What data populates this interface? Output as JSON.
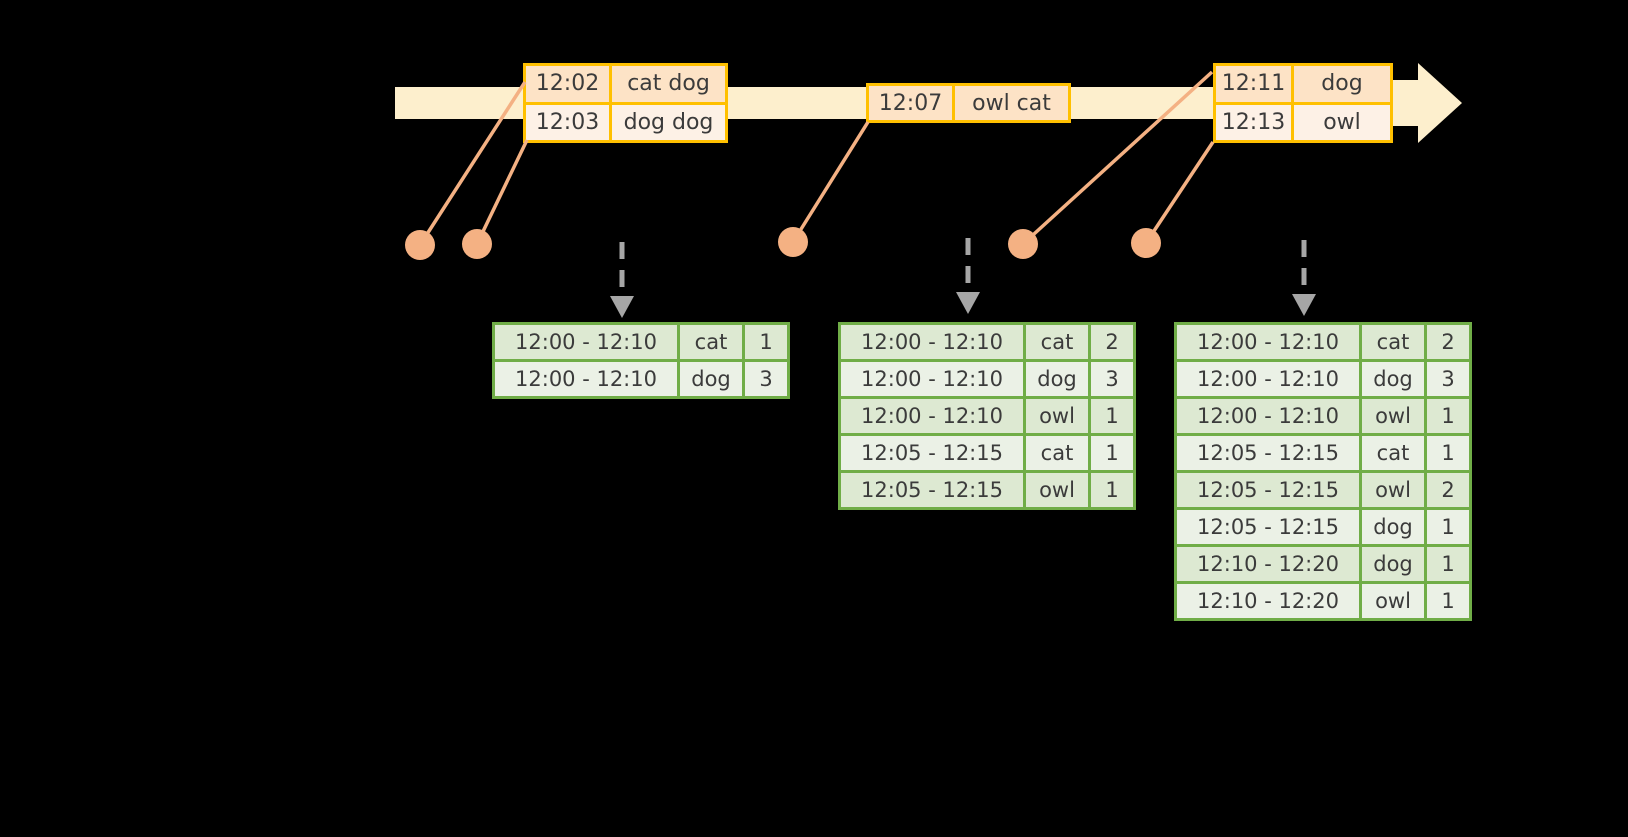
{
  "diagram": {
    "title": "sliding-window-aggregation-timeline",
    "colors": {
      "timeline_bar": "#fdefcd",
      "event_border": "#ffc000",
      "event_fill_shade": "#fde3c6",
      "event_fill_light": "#fdf1e6",
      "connector": "#f4b183",
      "table_border": "#70ad47",
      "table_fill_shade": "#dde9d2",
      "table_fill_light": "#ebf1e6",
      "dashed_arrow": "#a6a6a6",
      "background": "#000000",
      "text": "#3b3b3b"
    }
  },
  "timeline": {
    "arrow_label": "time-axis-arrow",
    "events": [
      {
        "id": "event-group-1",
        "rows": [
          {
            "time": "12:02",
            "words": "cat dog"
          },
          {
            "time": "12:03",
            "words": "dog dog"
          }
        ]
      },
      {
        "id": "event-group-2",
        "rows": [
          {
            "time": "12:07",
            "words": "owl cat"
          }
        ]
      },
      {
        "id": "event-group-3",
        "rows": [
          {
            "time": "12:11",
            "words": "dog"
          },
          {
            "time": "12:13",
            "words": "owl"
          }
        ]
      }
    ]
  },
  "tables": [
    {
      "id": "result-table-1",
      "rows": [
        {
          "window": "12:00 - 12:10",
          "key": "cat",
          "count": "1"
        },
        {
          "window": "12:00 - 12:10",
          "key": "dog",
          "count": "3"
        }
      ]
    },
    {
      "id": "result-table-2",
      "rows": [
        {
          "window": "12:00 - 12:10",
          "key": "cat",
          "count": "2"
        },
        {
          "window": "12:00 - 12:10",
          "key": "dog",
          "count": "3"
        },
        {
          "window": "12:00 - 12:10",
          "key": "owl",
          "count": "1"
        },
        {
          "window": "12:05 - 12:15",
          "key": "cat",
          "count": "1"
        },
        {
          "window": "12:05 - 12:15",
          "key": "owl",
          "count": "1"
        }
      ]
    },
    {
      "id": "result-table-3",
      "rows": [
        {
          "window": "12:00 - 12:10",
          "key": "cat",
          "count": "2"
        },
        {
          "window": "12:00 - 12:10",
          "key": "dog",
          "count": "3"
        },
        {
          "window": "12:00 - 12:10",
          "key": "owl",
          "count": "1"
        },
        {
          "window": "12:05 - 12:15",
          "key": "cat",
          "count": "1"
        },
        {
          "window": "12:05 - 12:15",
          "key": "owl",
          "count": "2"
        },
        {
          "window": "12:05 - 12:15",
          "key": "dog",
          "count": "1"
        },
        {
          "window": "12:10 - 12:20",
          "key": "dog",
          "count": "1"
        },
        {
          "window": "12:10 - 12:20",
          "key": "owl",
          "count": "1"
        }
      ]
    }
  ]
}
